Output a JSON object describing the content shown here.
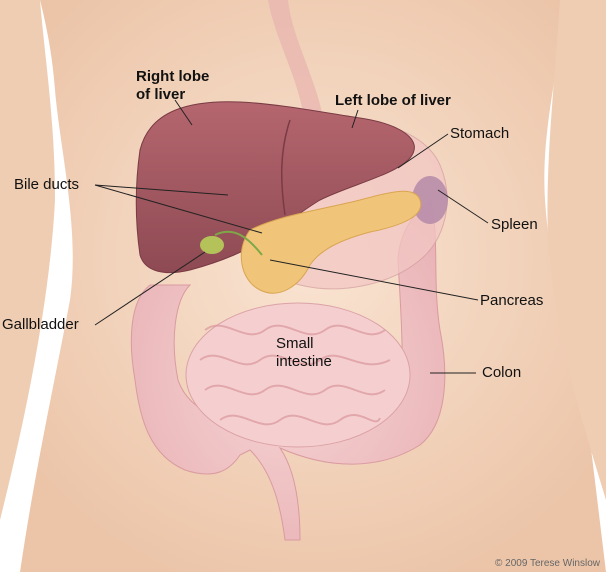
{
  "labels": {
    "right_lobe": "Right lobe\nof liver",
    "left_lobe": "Left lobe of liver",
    "stomach": "Stomach",
    "bile_ducts": "Bile ducts",
    "spleen": "Spleen",
    "pancreas": "Pancreas",
    "gallbladder": "Gallbladder",
    "small_intestine": "Small\nintestine",
    "colon": "Colon"
  },
  "credit": "© 2009 Terese Winslow",
  "colors": {
    "skin": "#f6dcc6",
    "liver": "#a85a62",
    "pancreas": "#f0c57a",
    "intestine": "#f2c6c8",
    "gallbladder": "#b7cf5a",
    "leader_line": "#222222"
  }
}
